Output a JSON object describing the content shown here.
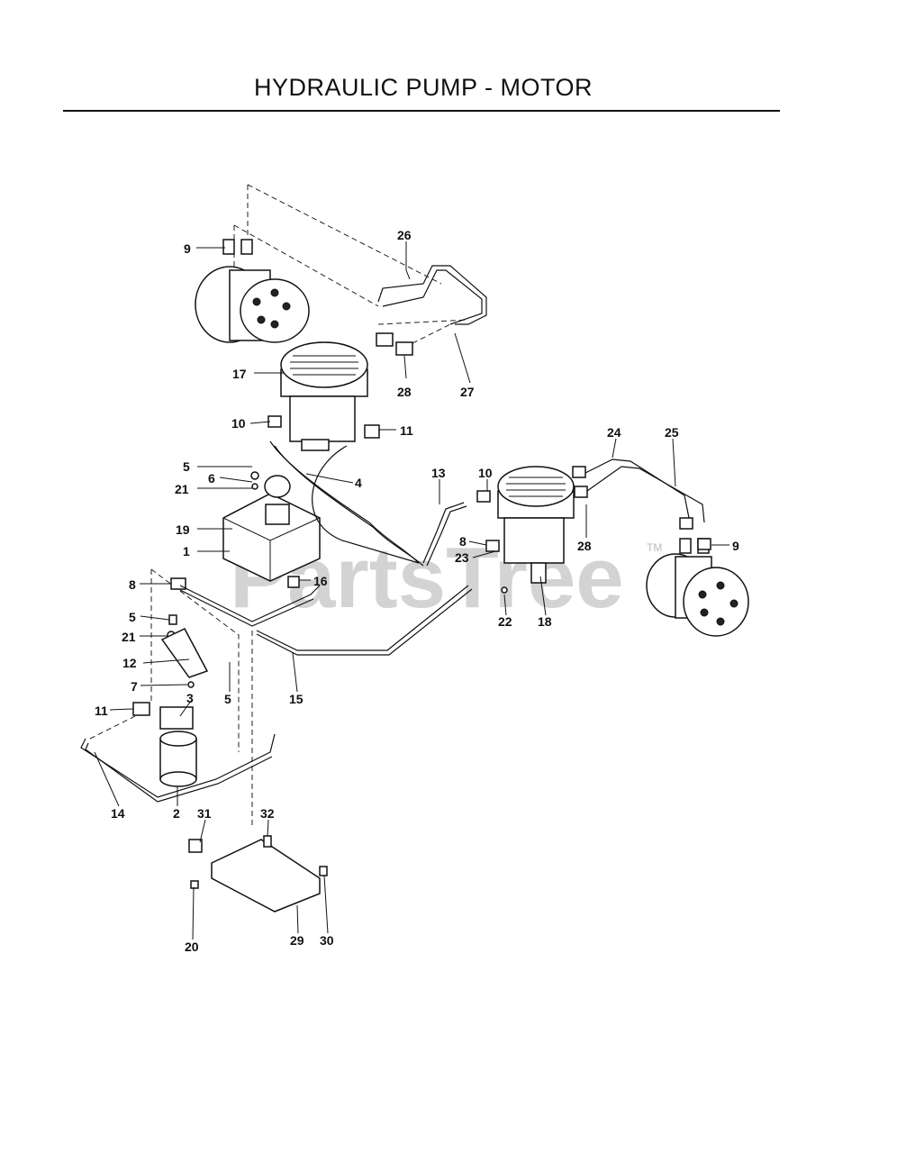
{
  "title": "HYDRAULIC PUMP - MOTOR",
  "watermark": "PartsTree",
  "watermark_tm": "TM",
  "callouts": [
    {
      "id": "c9a",
      "text": "9"
    },
    {
      "id": "c26",
      "text": "26"
    },
    {
      "id": "c17",
      "text": "17"
    },
    {
      "id": "c28a",
      "text": "28"
    },
    {
      "id": "c27",
      "text": "27"
    },
    {
      "id": "c10a",
      "text": "10"
    },
    {
      "id": "c11a",
      "text": "11"
    },
    {
      "id": "c5a",
      "text": "5"
    },
    {
      "id": "c6",
      "text": "6"
    },
    {
      "id": "c4",
      "text": "4"
    },
    {
      "id": "c21a",
      "text": "21"
    },
    {
      "id": "c19",
      "text": "19"
    },
    {
      "id": "c1",
      "text": "1"
    },
    {
      "id": "c16",
      "text": "16"
    },
    {
      "id": "c13",
      "text": "13"
    },
    {
      "id": "c10b",
      "text": "10"
    },
    {
      "id": "c24",
      "text": "24"
    },
    {
      "id": "c25",
      "text": "25"
    },
    {
      "id": "c28b",
      "text": "28"
    },
    {
      "id": "c9b",
      "text": "9"
    },
    {
      "id": "c8a",
      "text": "8"
    },
    {
      "id": "c23",
      "text": "23"
    },
    {
      "id": "c22",
      "text": "22"
    },
    {
      "id": "c18",
      "text": "18"
    },
    {
      "id": "c8b",
      "text": "8"
    },
    {
      "id": "c5b",
      "text": "5"
    },
    {
      "id": "c21b",
      "text": "21"
    },
    {
      "id": "c12",
      "text": "12"
    },
    {
      "id": "c5c",
      "text": "5"
    },
    {
      "id": "c7",
      "text": "7"
    },
    {
      "id": "c3",
      "text": "3"
    },
    {
      "id": "c11b",
      "text": "11"
    },
    {
      "id": "c15",
      "text": "15"
    },
    {
      "id": "c14",
      "text": "14"
    },
    {
      "id": "c2",
      "text": "2"
    },
    {
      "id": "c31",
      "text": "31"
    },
    {
      "id": "c32",
      "text": "32"
    },
    {
      "id": "c20",
      "text": "20"
    },
    {
      "id": "c29",
      "text": "29"
    },
    {
      "id": "c30",
      "text": "30"
    }
  ]
}
